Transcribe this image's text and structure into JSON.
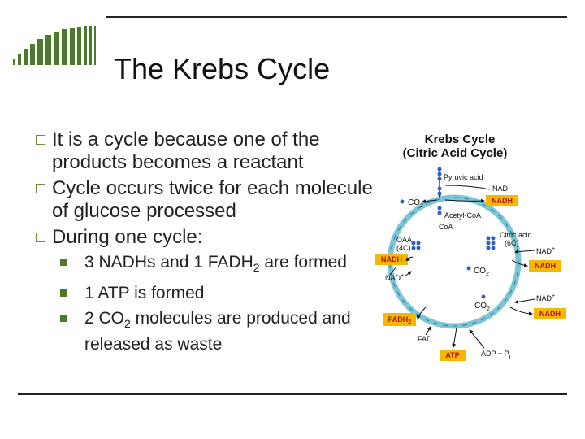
{
  "slide": {
    "title": "The Krebs Cycle",
    "bullets": [
      {
        "text": "It is a cycle because one of the products becomes a reactant"
      },
      {
        "text": "Cycle occurs twice for each molecule of glucose processed"
      },
      {
        "text": "During one cycle:"
      }
    ],
    "sub_bullets": [
      {
        "pre": "3 NADHs and 1 FADH",
        "subscript": "2",
        "post": " are formed"
      },
      {
        "pre": "1 ATP is formed",
        "subscript": "",
        "post": ""
      },
      {
        "pre": "2 CO",
        "subscript": "2",
        "post": " molecules are produced and released as waste"
      }
    ]
  },
  "diagram": {
    "title_line1": "Krebs Cycle",
    "title_line2": "(Citric Acid Cycle)",
    "labels": {
      "pyruvic_acid": "Pyruvic acid",
      "nad_top": "NAD",
      "co2_top": "CO",
      "co2_top_sub": "2",
      "nadh_top": "NADH",
      "acetyl_coa": "Acetyl-CoA",
      "coa": "CoA",
      "citric_acid": "Citric acid",
      "six_c": "(6C)",
      "oaa": "OAA",
      "four_c": "(4C)",
      "nad_plus_right": "NAD",
      "nadh_left": "NADH",
      "nadh_right_1": "NADH",
      "nad_plus_left": "NAD",
      "co2_mid": "CO",
      "co2_mid_sub": "2",
      "co2_low": "CO",
      "co2_low_sub": "2",
      "nad_plus_right2": "NAD",
      "nadh_right_2": "NADH",
      "fadh2": "FADH",
      "fadh2_sub": "2",
      "fad": "FAD",
      "atp": "ATP",
      "adp_pi": "ADP + P",
      "pi_sub": "i"
    },
    "colors": {
      "cycle": "#7cc6d8",
      "box_fill": "#f5b800",
      "box_text": "#b5121b",
      "dot": "#2d5fc4",
      "text": "#111111"
    }
  }
}
